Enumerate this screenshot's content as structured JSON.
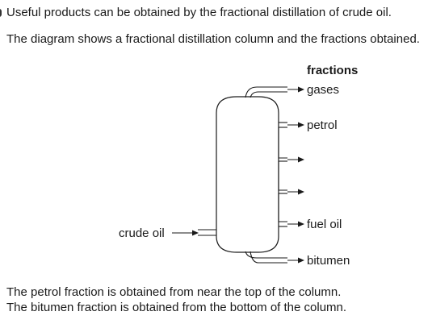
{
  "intro": {
    "line1": "Useful products can be obtained by the fractional distillation of crude oil.",
    "line2": "The diagram shows a fractional distillation column and the fractions obtained."
  },
  "diagram": {
    "heading": "fractions",
    "input_label": "crude oil",
    "fractions": {
      "gases": "gases",
      "petrol": "petrol",
      "fuel_oil": "fuel oil",
      "bitumen": "bitumen"
    }
  },
  "outro": {
    "line1": "The petrol fraction is obtained from near the top of the column.",
    "line2": "The bitumen fraction is obtained from the bottom of the column."
  }
}
